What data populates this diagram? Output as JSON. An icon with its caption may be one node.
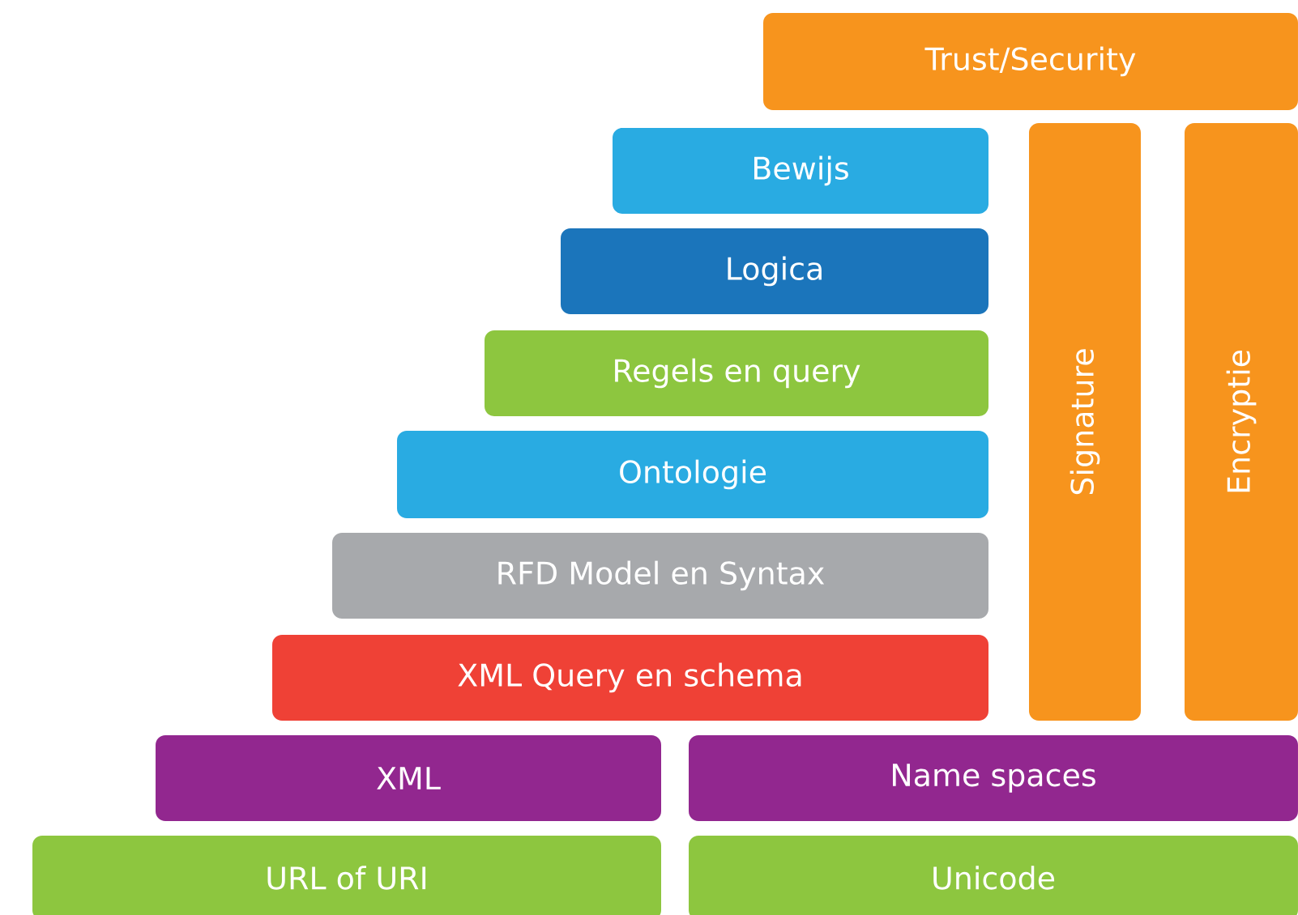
{
  "diagram": {
    "nodes": [
      {
        "text": [
          "Trust/Security"
        ]
      },
      {
        "text": [
          "Bewijs"
        ]
      },
      {
        "text": [
          "Logica"
        ]
      },
      {
        "text": [
          "Regels en query"
        ]
      },
      {
        "text": [
          "Ontologie"
        ]
      },
      {
        "text": [
          "RFD Model en Syntax"
        ]
      },
      {
        "text": [
          "XML Query en schema"
        ]
      },
      {
        "text": [
          "Signature"
        ]
      },
      {
        "text": [
          "Encryptie"
        ]
      },
      {
        "text": [
          "XML"
        ]
      },
      {
        "text": [
          "Name spaces"
        ]
      },
      {
        "text": [
          "URL of URI"
        ]
      },
      {
        "text": [
          "Unicode"
        ]
      }
    ]
  }
}
